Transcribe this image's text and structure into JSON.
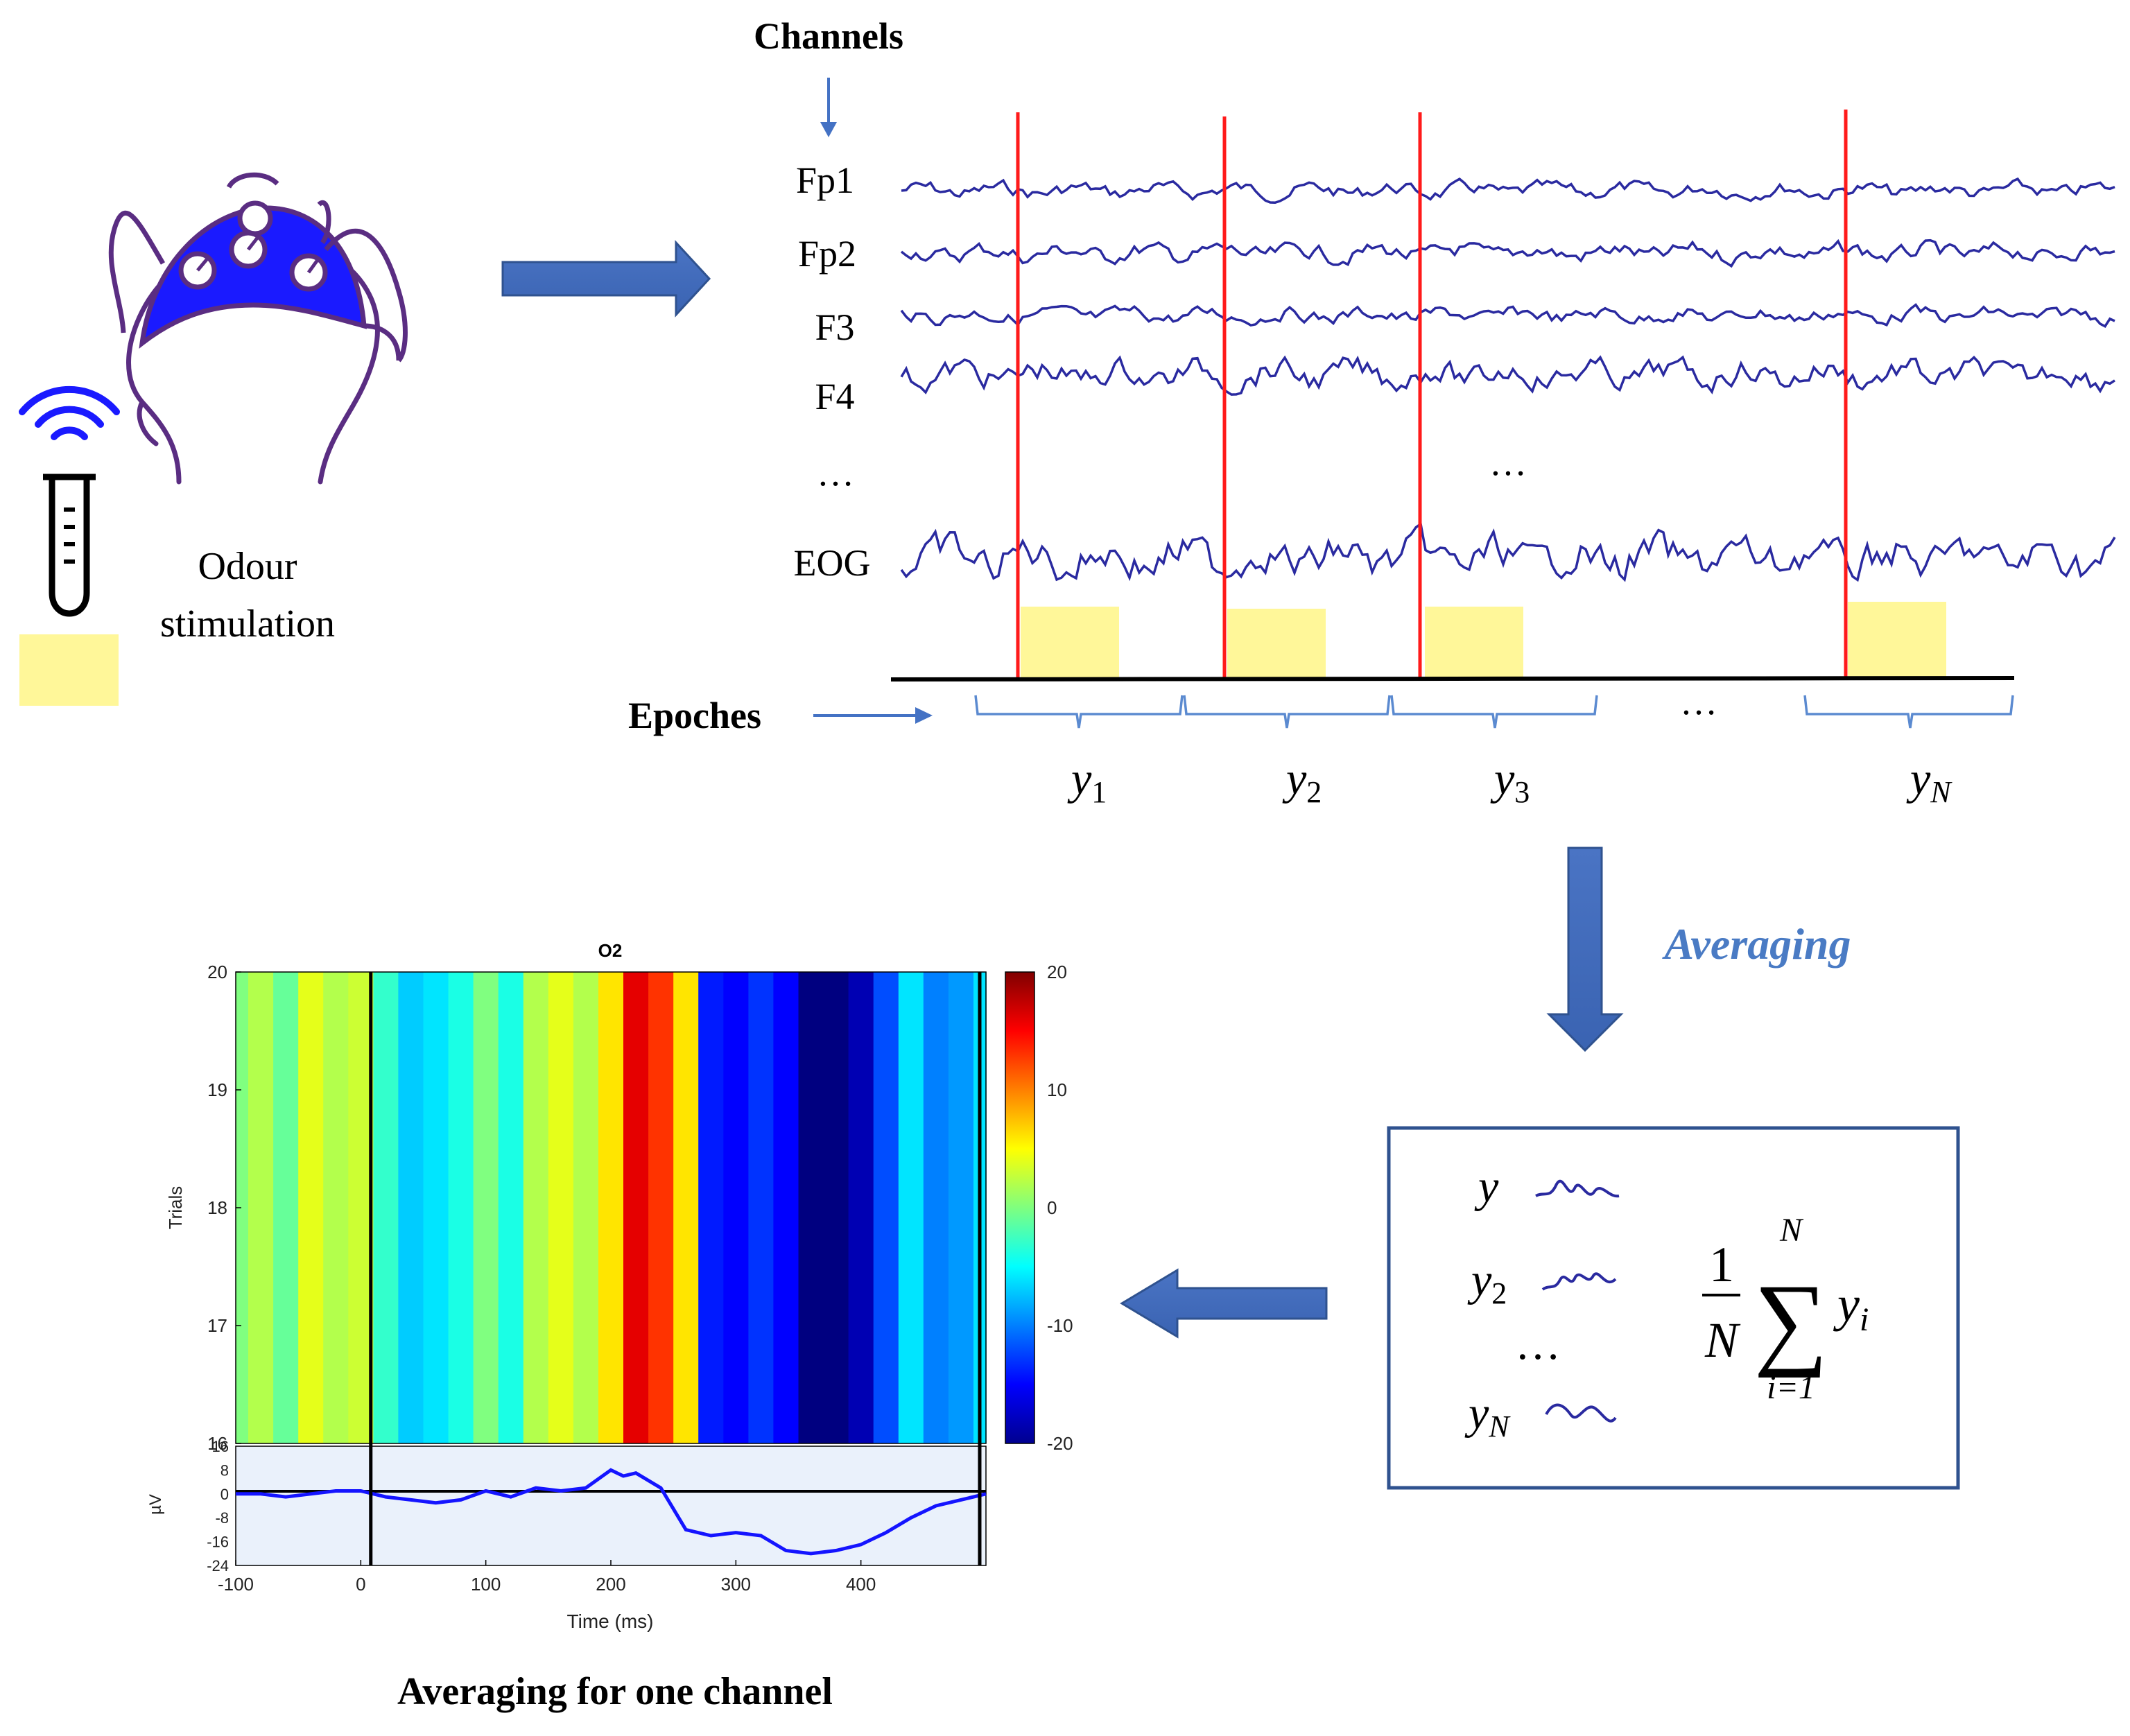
{
  "header": {
    "channels_label": "Channels",
    "epoches_label": "Epoches"
  },
  "stimulus": {
    "label_line1": "Odour",
    "label_line2": "stimulation"
  },
  "eeg": {
    "channels": [
      "Fp1",
      "Fp2",
      "F3",
      "F4",
      "…",
      "EOG"
    ],
    "middle_ellipsis": "…",
    "epochs": [
      {
        "base": "y",
        "sub": "1"
      },
      {
        "base": "y",
        "sub": "2"
      },
      {
        "base": "y",
        "sub": "3"
      },
      {
        "base": "y",
        "sub": "N"
      }
    ],
    "epoch_ellipsis": "…"
  },
  "averaging": {
    "label": "Averaging",
    "box": {
      "rows": [
        {
          "base": "y",
          "sub": ""
        },
        {
          "base": "y",
          "sub": "2"
        },
        {
          "base": "",
          "sub": "",
          "ellipsis": "…"
        },
        {
          "base": "y",
          "sub": "N"
        }
      ],
      "formula": {
        "numerator": "1",
        "denominator": "N",
        "upper": "N",
        "lower": "i=1",
        "sigma": "∑",
        "term": "y",
        "term_sub": "i"
      }
    }
  },
  "chart_data": {
    "type": "heatmap",
    "title": "O2",
    "xlabel": "Time (ms)",
    "ylabel": "Trials",
    "xlim": [
      -100,
      500
    ],
    "ylim": [
      16,
      20
    ],
    "x_ticks": [
      -100,
      0,
      100,
      200,
      300,
      400
    ],
    "y_ticks": [
      16,
      17,
      18,
      19,
      20
    ],
    "colorbar": {
      "ticks": [
        20,
        10,
        0,
        -10,
        -20
      ],
      "range": [
        -20,
        20
      ]
    },
    "markers_ms": [
      8,
      495
    ],
    "heatmap_time_ms": [
      -100,
      -80,
      -60,
      -40,
      -20,
      0,
      20,
      40,
      60,
      80,
      100,
      120,
      140,
      160,
      180,
      200,
      220,
      240,
      260,
      280,
      300,
      320,
      340,
      360,
      380,
      400,
      420,
      440,
      460,
      480,
      500
    ],
    "heatmap_values": [
      0,
      2,
      -1,
      4,
      2,
      3,
      -3,
      -7,
      -6,
      -4,
      0,
      -4,
      2,
      4,
      2,
      6,
      16,
      13,
      6,
      -14,
      -15,
      -13,
      -15,
      -20,
      -20,
      -18,
      -12,
      -6,
      -10,
      -9,
      -6
    ],
    "erp": {
      "ylabel": "µV",
      "y_ticks": [
        16,
        8,
        0,
        -8,
        -16,
        -24
      ],
      "ylim": [
        -24,
        16
      ],
      "x": [
        -100,
        -80,
        -60,
        -40,
        -20,
        0,
        20,
        40,
        60,
        80,
        100,
        120,
        140,
        160,
        180,
        200,
        210,
        220,
        240,
        260,
        280,
        300,
        320,
        340,
        360,
        380,
        400,
        420,
        440,
        460,
        480,
        500
      ],
      "y": [
        0,
        0,
        -1,
        0,
        1,
        1,
        -1,
        -2,
        -3,
        -2,
        1,
        -1,
        2,
        1,
        2,
        8,
        6,
        7,
        2,
        -12,
        -14,
        -13,
        -14,
        -19,
        -20,
        -19,
        -17,
        -13,
        -8,
        -4,
        -2,
        0
      ]
    }
  },
  "bottom_caption": "Averaging for one channel"
}
